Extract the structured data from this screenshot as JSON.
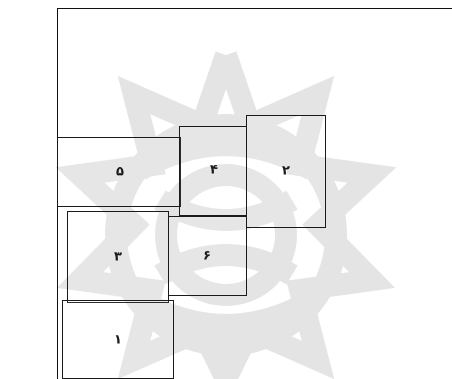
{
  "diagram": {
    "boxes": [
      {
        "id": "box-5",
        "label": "۵"
      },
      {
        "id": "box-4",
        "label": "۴"
      },
      {
        "id": "box-2",
        "label": "۲"
      },
      {
        "id": "box-3",
        "label": "۳"
      },
      {
        "id": "box-6",
        "label": "۶"
      },
      {
        "id": "box-1",
        "label": "۱"
      }
    ],
    "colors": {
      "line": "#1a1a1a",
      "watermark": "#d9d9d9"
    }
  }
}
